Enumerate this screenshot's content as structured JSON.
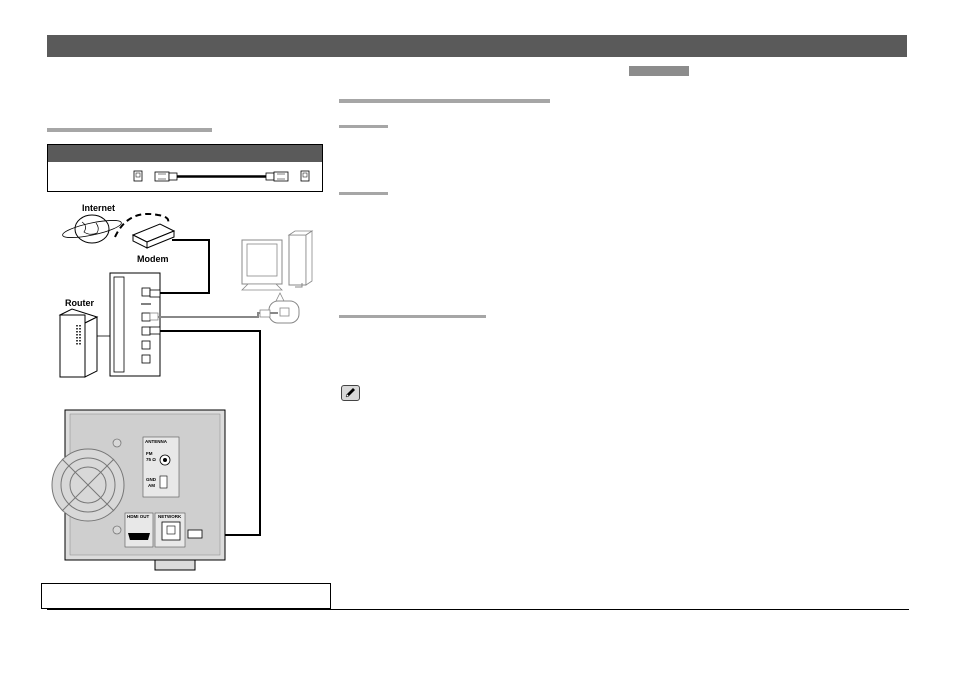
{
  "diagram": {
    "labels": {
      "internet": "Internet",
      "modem": "Modem",
      "router": "Router",
      "antenna": "ANTENNA",
      "fm": "FM",
      "fm_ohm": "75 Ω",
      "gnd": "GND",
      "am": "AM",
      "hdmi_out": "HDMI OUT",
      "network": "NETWORK"
    }
  },
  "colors": {
    "header_bar": "#5a5a5a",
    "section_rule": "#a6a6a6",
    "grey_tab": "#8c8c8c"
  },
  "icons": {
    "note": "pencil-icon"
  }
}
